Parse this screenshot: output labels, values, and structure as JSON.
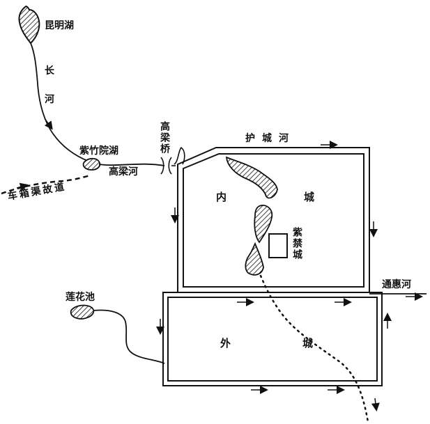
{
  "labels": {
    "kunming_lake": "昆明湖",
    "chang_he_1": "长",
    "chang_he_2": "河",
    "zizhuyuan_lake": "紫竹院湖",
    "gaoliang_river": "高梁河",
    "gaoliang_bridge": "高梁桥",
    "chexiang_canal": "车箱渠故道",
    "moat": "护城河",
    "inner_city_1": "内",
    "inner_city_2": "城",
    "forbidden_city": "紫禁城",
    "tonghui_river": "通惠河",
    "lotus_pond": "莲花池",
    "outer_city_1": "外",
    "outer_city_2": "城"
  },
  "colors": {
    "ink": "#111111",
    "background": "#ffffff"
  }
}
